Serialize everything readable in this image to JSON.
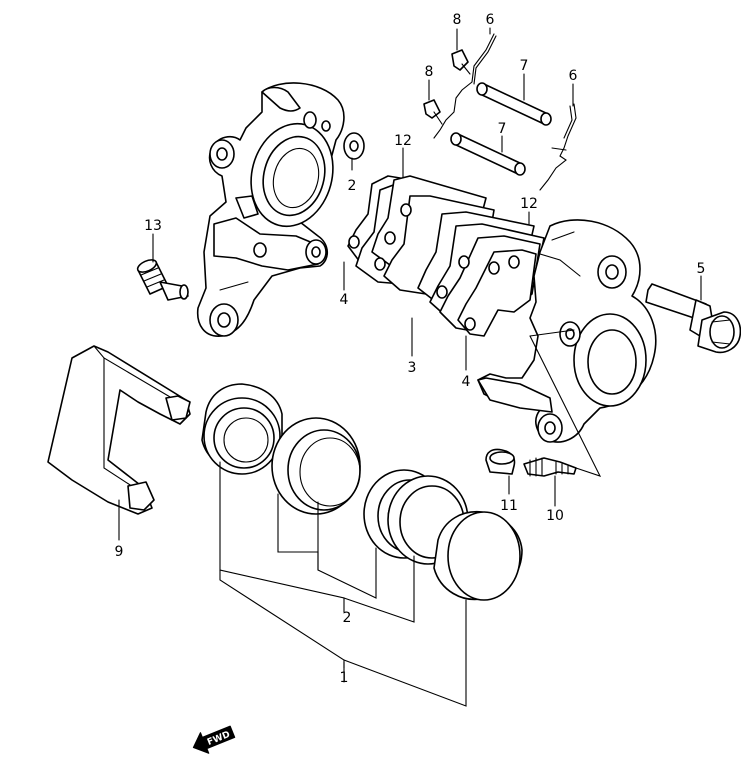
{
  "callouts": {
    "c1": "1",
    "c2a": "2",
    "c2b": "2",
    "c3": "3",
    "c4a": "4",
    "c4b": "4",
    "c5": "5",
    "c6a": "6",
    "c6b": "6",
    "c7a": "7",
    "c7b": "7",
    "c8a": "8",
    "c8b": "8",
    "c9": "9",
    "c10": "10",
    "c11": "11",
    "c12a": "12",
    "c12b": "12",
    "c13": "13"
  },
  "fwd_label": "FWD"
}
